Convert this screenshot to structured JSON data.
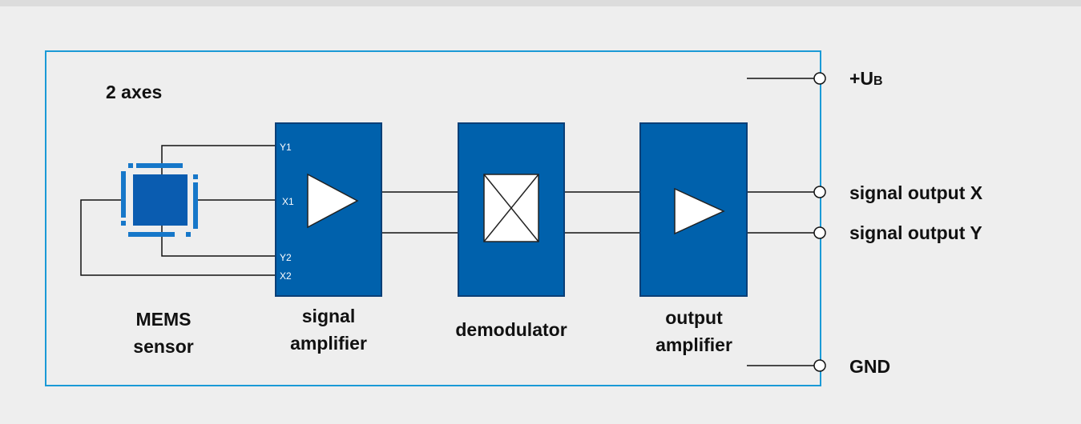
{
  "diagram": {
    "axes_label": "2 axes",
    "blocks": {
      "mems_sensor": [
        "MEMS",
        "sensor"
      ],
      "signal_amplifier": [
        "signal",
        "amplifier"
      ],
      "demodulator": [
        "demodulator"
      ],
      "output_amplifier": [
        "output",
        "amplifier"
      ]
    },
    "pins": {
      "y1": "Y1",
      "x1": "X1",
      "y2": "Y2",
      "x2": "X2"
    },
    "terminals": {
      "supply_main": "+U",
      "supply_sub": "B",
      "output_x": "signal output X",
      "output_y": "signal output Y",
      "ground": "GND"
    }
  },
  "colors": {
    "background": "#eeeeee",
    "frame": "#1a9ad6",
    "block": "#0061ac",
    "block_dark": "#0a3f77",
    "sensor": "#1677c9",
    "wire": "#111111"
  }
}
